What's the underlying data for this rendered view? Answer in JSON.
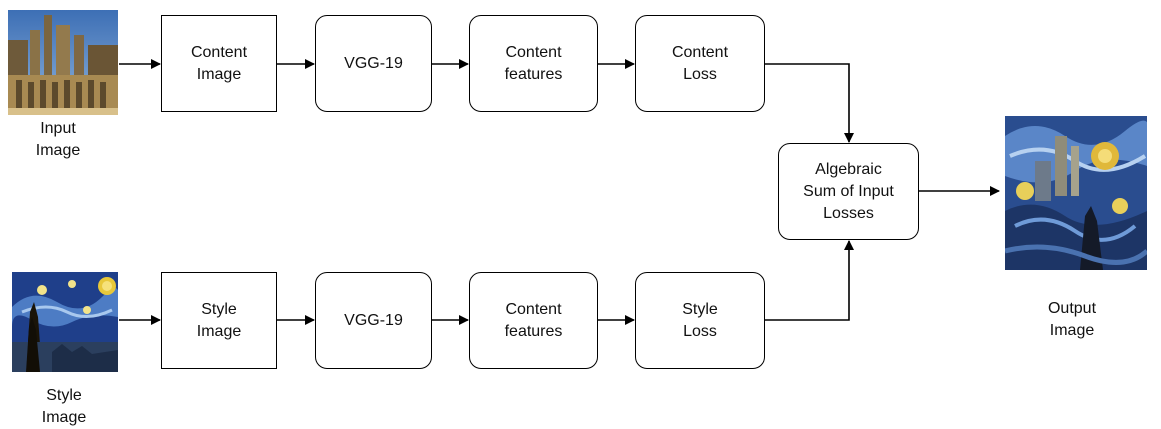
{
  "diagram": {
    "top_row": {
      "input_caption": "Input\nImage",
      "step1": "Content\nImage",
      "step2": "VGG-19",
      "step3": "Content\nfeatures",
      "step4": "Content\nLoss"
    },
    "bottom_row": {
      "input_caption": "Style\nImage",
      "step1": "Style\nImage",
      "step2": "VGG-19",
      "step3": "Content\nfeatures",
      "step4": "Style\nLoss"
    },
    "sum_box": "Algebraic\nSum of  Input\nLosses",
    "output_caption": "Output\nImage"
  },
  "colors": {
    "line": "#000000",
    "box_border": "#000000",
    "background": "#ffffff"
  }
}
